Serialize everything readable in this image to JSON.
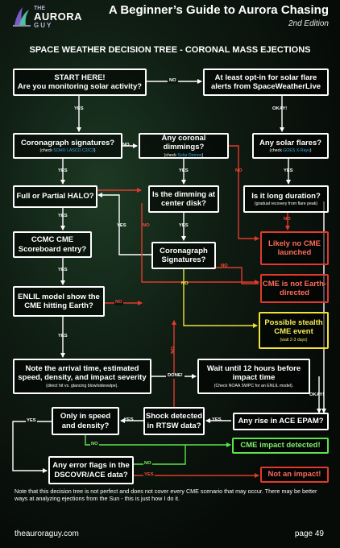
{
  "header": {
    "logo": {
      "line1": "THE",
      "line2": "AURORA",
      "line3": "GUY"
    },
    "title": "A Beginner’s Guide to Aurora Chasing",
    "edition": "2nd Edition"
  },
  "section_title": "SPACE WEATHER DECISION TREE - CORONAL MASS EJECTIONS",
  "nodes": {
    "start": {
      "title": "START HERE!",
      "text": "Are you monitoring solar activity?"
    },
    "optin": {
      "text": "At least opt-in for solar flare alerts from SpaceWeatherLive"
    },
    "coronagraph": {
      "text": "Coronagraph signatures?",
      "check_prefix": "(check ",
      "check_link": "SOHO LASCO C2/C3",
      "check_suffix": ")"
    },
    "dimmings": {
      "text": "Any coronal dimmings?",
      "check_prefix": "(check ",
      "check_link": "Solar Demon",
      "check_suffix": ")"
    },
    "flares": {
      "text": "Any solar flares?",
      "check_prefix": "(check ",
      "check_link": "GOES X-Rays",
      "check_suffix": ")"
    },
    "halo": {
      "text": "Full or Partial HALO?"
    },
    "center_disk": {
      "text": "Is the dimming at center disk?"
    },
    "long_duration": {
      "text": "Is it long duration?",
      "sub": "(gradual recovery from flare peak)"
    },
    "ccmc": {
      "text": "CCMC CME Scoreboard entry?"
    },
    "coronagraph_sig": {
      "text": "Coronagraph Signatures?"
    },
    "likely_no_cme": {
      "text": "Likely no CME launched"
    },
    "enlil": {
      "text": "ENLIL model show the CME hitting Earth?"
    },
    "not_earth": {
      "text": "CME is not Earth-directed"
    },
    "stealth": {
      "text": "Possible stealth CME event",
      "sub": "(wait 2-3 days)"
    },
    "arrival": {
      "text": "Note the arrival time, estimated speed, density, and impact severity",
      "sub": "(direct hit vs. glancing blow/sideswipe)."
    },
    "wait": {
      "text": "Wait until 12 hours before impact time",
      "sub": "(Check NOAA SWPC for an ENLIL model)."
    },
    "speed_density": {
      "text": "Only in speed and density?"
    },
    "shock": {
      "text": "Shock detected in RTSW data?"
    },
    "epam": {
      "text": "Any rise in ACE EPAM?"
    },
    "impact": {
      "text": "CME impact detected!"
    },
    "error_flags": {
      "text": "Any error flags in the DSCOVR/ACE data?"
    },
    "not_impact": {
      "text": "Not an impact!"
    }
  },
  "edge_labels": {
    "no": "NO",
    "yes": "YES",
    "okay": "OKAY!",
    "done": "DONE!"
  },
  "colors": {
    "white": "#ffffff",
    "red": "#e03a2c",
    "green": "#5ce34a",
    "yellow": "#f0e03a",
    "link": "#39a8e8"
  },
  "footnote": "Note that this decision tree is not perfect and does not cover every CME scenario that may occur. There may be better ways at analyzing ejections from the Sun - this is just how I do it.",
  "footer": {
    "url": "theauroraguy.com",
    "page": "page 49"
  }
}
